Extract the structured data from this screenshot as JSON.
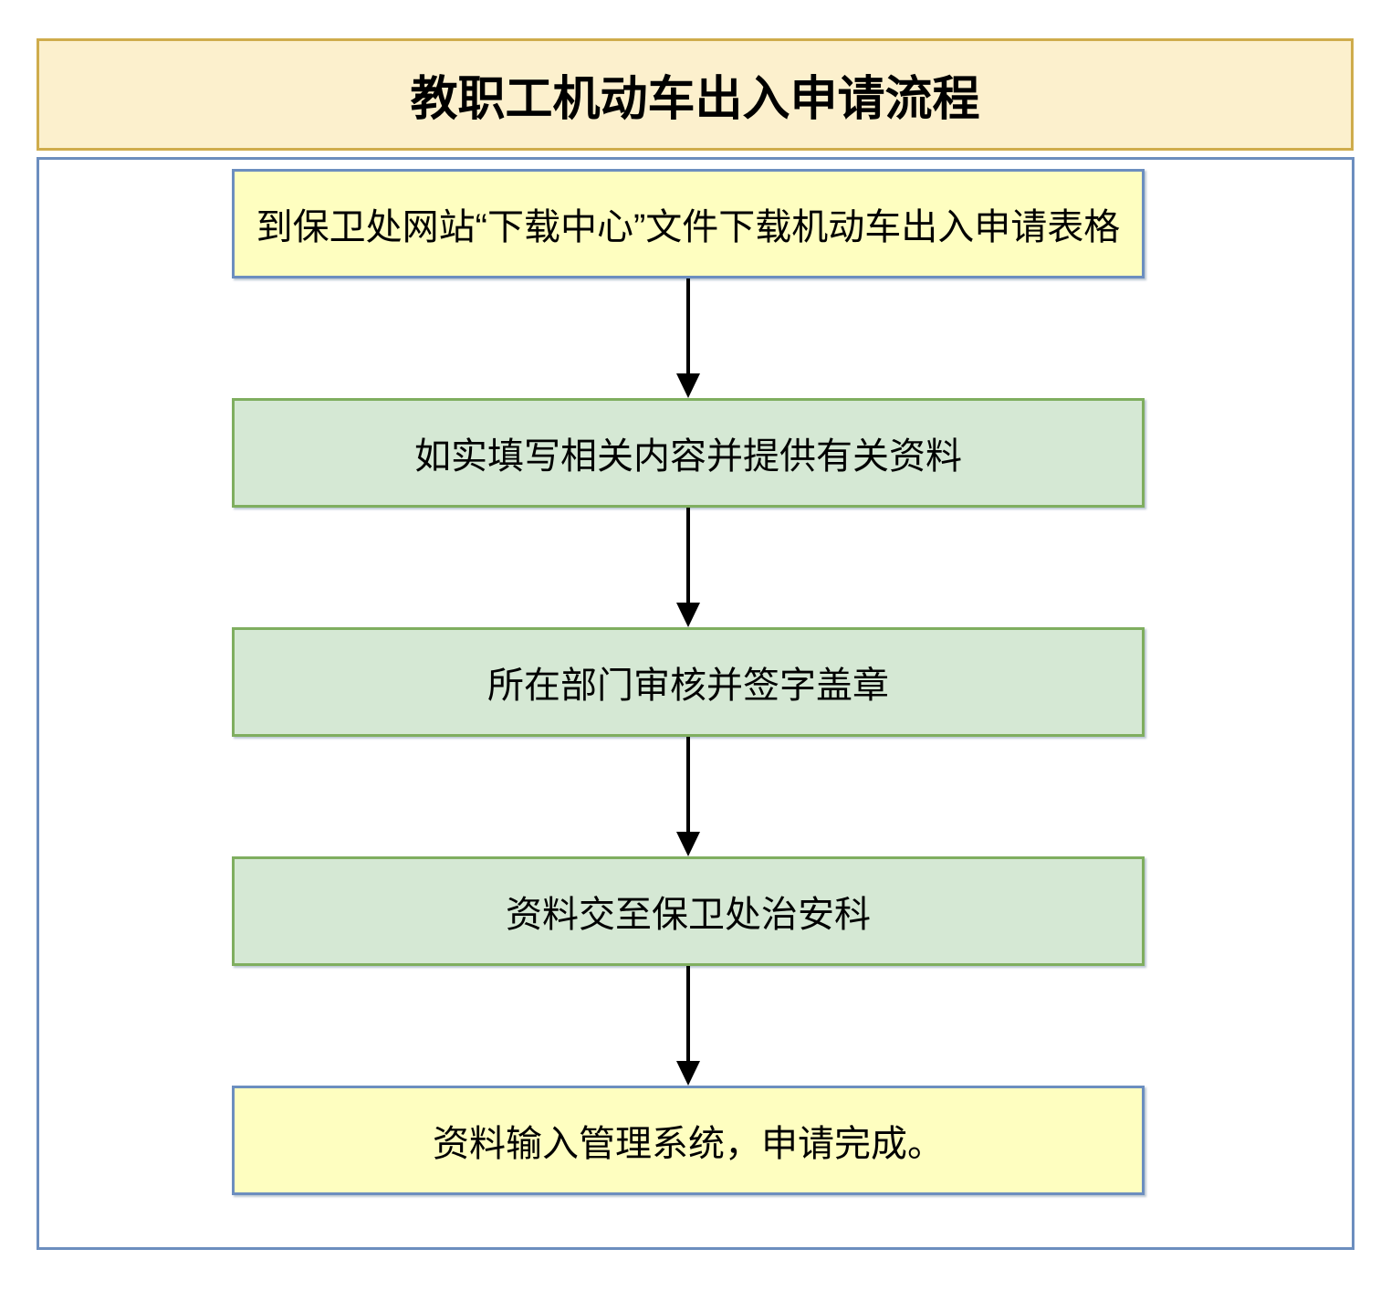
{
  "title": "教职工机动车出入申请流程",
  "flow": {
    "connector": "arrow-down",
    "steps": [
      {
        "text": "到保卫处网站“下载中心”文件下载机动车出入申请表格",
        "style": "yellow"
      },
      {
        "text": "如实填写相关内容并提供有关资料",
        "style": "green"
      },
      {
        "text": "所在部门审核并签字盖章",
        "style": "green"
      },
      {
        "text": "资料交至保卫处治安科",
        "style": "green"
      },
      {
        "text": "资料输入管理系统，申请完成。",
        "style": "yellow"
      }
    ]
  },
  "colors": {
    "title_fill": "#FCF0CD",
    "title_border": "#CFAC4C",
    "container_border": "#6C8EBF",
    "yellow": {
      "fill": "#FEFEC0",
      "border": "#6C8EBF"
    },
    "green": {
      "fill": "#D5E8D4",
      "border": "#7FAE5F"
    },
    "arrow": "#000000",
    "text": "#000000"
  }
}
